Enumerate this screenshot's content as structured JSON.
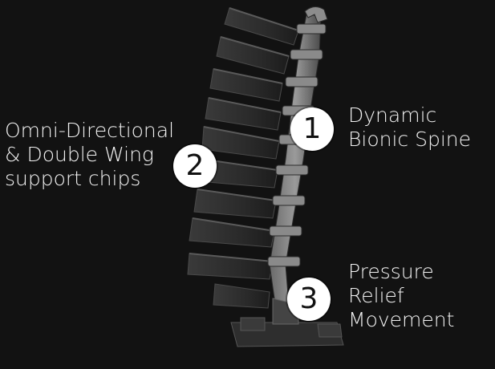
{
  "colors": {
    "background": "#121212",
    "badge": "#ffffff",
    "text": "#f2f2f2"
  },
  "features": [
    {
      "number": "1",
      "lines": [
        "Dynamic",
        "Bionic Spine"
      ]
    },
    {
      "number": "2",
      "lines": [
        "Omni-Directional",
        "& Double Wing",
        "support chips"
      ]
    },
    {
      "number": "3",
      "lines": [
        "Pressure",
        "Relief",
        "Movement"
      ]
    }
  ]
}
